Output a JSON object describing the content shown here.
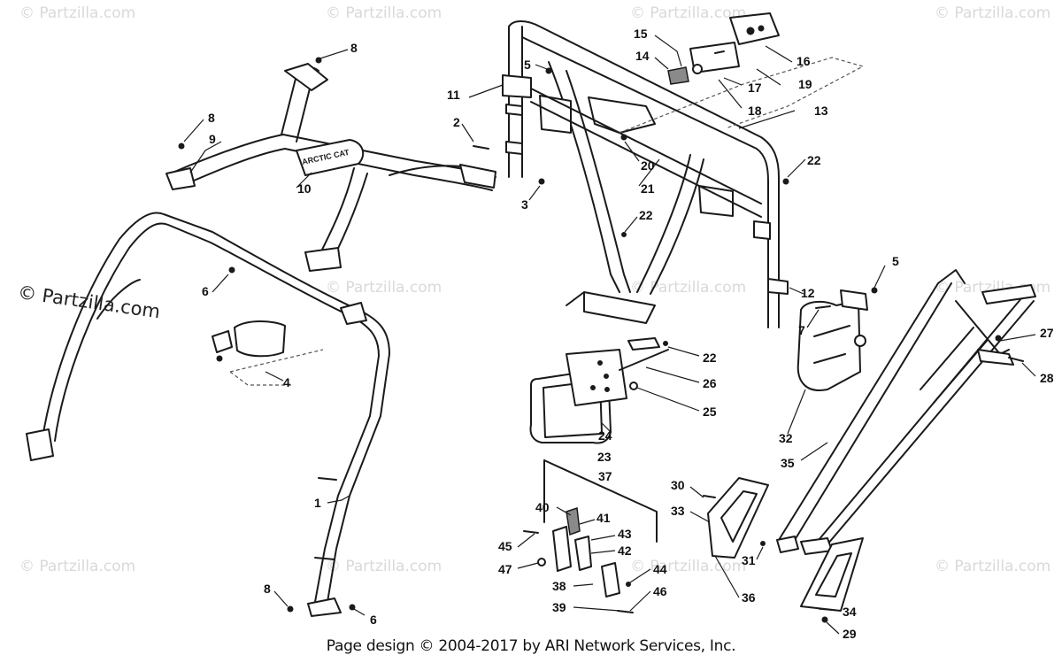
{
  "watermark": "© Partzilla.com",
  "side_watermark": "© Partzilla.com",
  "credit": "Page design © 2004-2017 by ARI Network Services, Inc.",
  "brand_label": "ARCTIC CAT",
  "callouts": [
    "1",
    "2",
    "3",
    "4",
    "5",
    "5",
    "6",
    "6",
    "7",
    "8",
    "8",
    "8",
    "9",
    "10",
    "11",
    "12",
    "13",
    "14",
    "15",
    "16",
    "17",
    "18",
    "19",
    "20",
    "21",
    "22",
    "22",
    "22",
    "23",
    "24",
    "25",
    "26",
    "27",
    "28",
    "29",
    "30",
    "31",
    "32",
    "33",
    "34",
    "35",
    "36",
    "37",
    "38",
    "39",
    "40",
    "41",
    "42",
    "43",
    "44",
    "45",
    "46",
    "47"
  ]
}
